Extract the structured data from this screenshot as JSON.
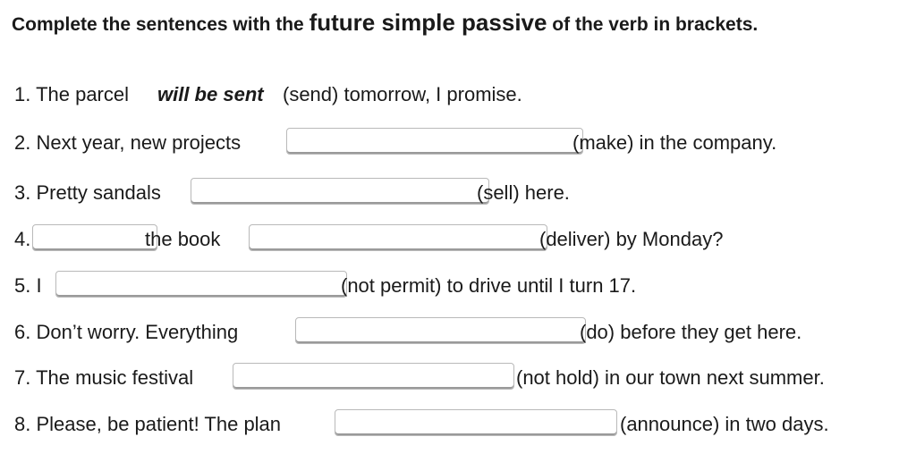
{
  "instruction": {
    "part1": "Complete the sentences with the ",
    "emphasis": "future simple passive",
    "part2": " of the verb in brackets."
  },
  "sentences": [
    {
      "prefix": "1. The parcel",
      "answer": "will be sent",
      "suffix": "(send) tomorrow, I promise."
    },
    {
      "prefix": "2. Next year, new projects",
      "suffix": "(make) in the company."
    },
    {
      "prefix": "3. Pretty sandals",
      "suffix": "(sell) here."
    },
    {
      "prefix": "4.",
      "middle": "the book",
      "suffix": "(deliver) by Monday?"
    },
    {
      "prefix": "5. I",
      "suffix": "(not permit) to drive until I turn 17."
    },
    {
      "prefix": "6. Don’t worry. Everything",
      "suffix": "(do) before they get here."
    },
    {
      "prefix": "7. The music festival",
      "suffix": "(not hold) in our town next summer."
    },
    {
      "prefix": "8. Please, be patient! The plan",
      "suffix": "(announce) in two days."
    }
  ]
}
